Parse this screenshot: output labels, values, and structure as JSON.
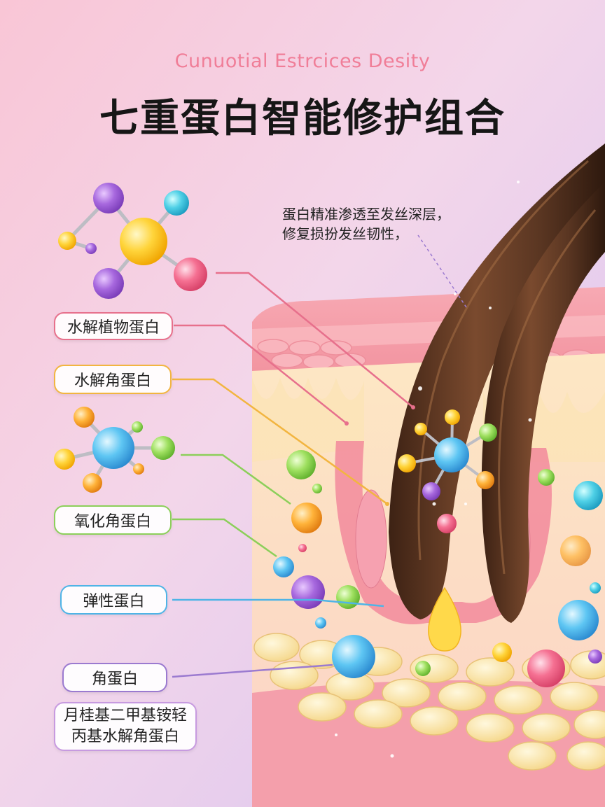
{
  "header": {
    "subtitle": "Cunuotial Estrcices Desity",
    "title": "七重蛋白智能修护组合"
  },
  "callout": {
    "line1": "蛋白精准渗透至发丝深层，",
    "line2": "修复损扮发丝韧性，"
  },
  "labels": [
    {
      "text": "水解植物蛋白",
      "color": "#e7708c"
    },
    {
      "text": "水解角蛋白",
      "color": "#f2b540"
    },
    {
      "text": "氧化角蛋白",
      "color": "#8ccf5a"
    },
    {
      "text": "弹性蛋白",
      "color": "#4fb4e6"
    },
    {
      "text": "角蛋白",
      "color": "#9b7ad0"
    },
    {
      "line1": "月桂基二甲基铵轻",
      "line2": "丙基水解角蛋白",
      "color": "#c79ae0"
    }
  ],
  "colors": {
    "background_top": "#f7c6d4",
    "background_bottom": "#d5c2f0",
    "skin": "#f6a7ad",
    "hair": "#5a3622",
    "fat_cells": "#f8e2a0"
  },
  "icons": [
    "molecule-icon-top",
    "molecule-icon-middle",
    "hair-strand",
    "skin-cross-section",
    "oil-droplet"
  ]
}
